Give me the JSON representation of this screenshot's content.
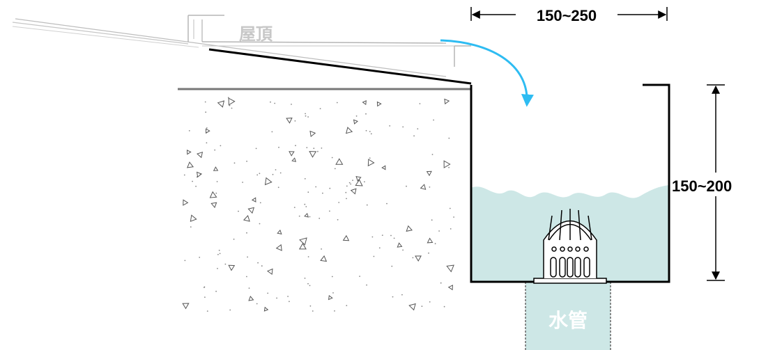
{
  "labels": {
    "roof": "屋頂",
    "pipe": "水管",
    "gutter_width": "150~250",
    "gutter_depth": "150~200"
  },
  "colors": {
    "water": "#cde7e6",
    "arrow": "#2ebcf2",
    "outline": "#000000",
    "roof_line": "#b5b5b5"
  }
}
